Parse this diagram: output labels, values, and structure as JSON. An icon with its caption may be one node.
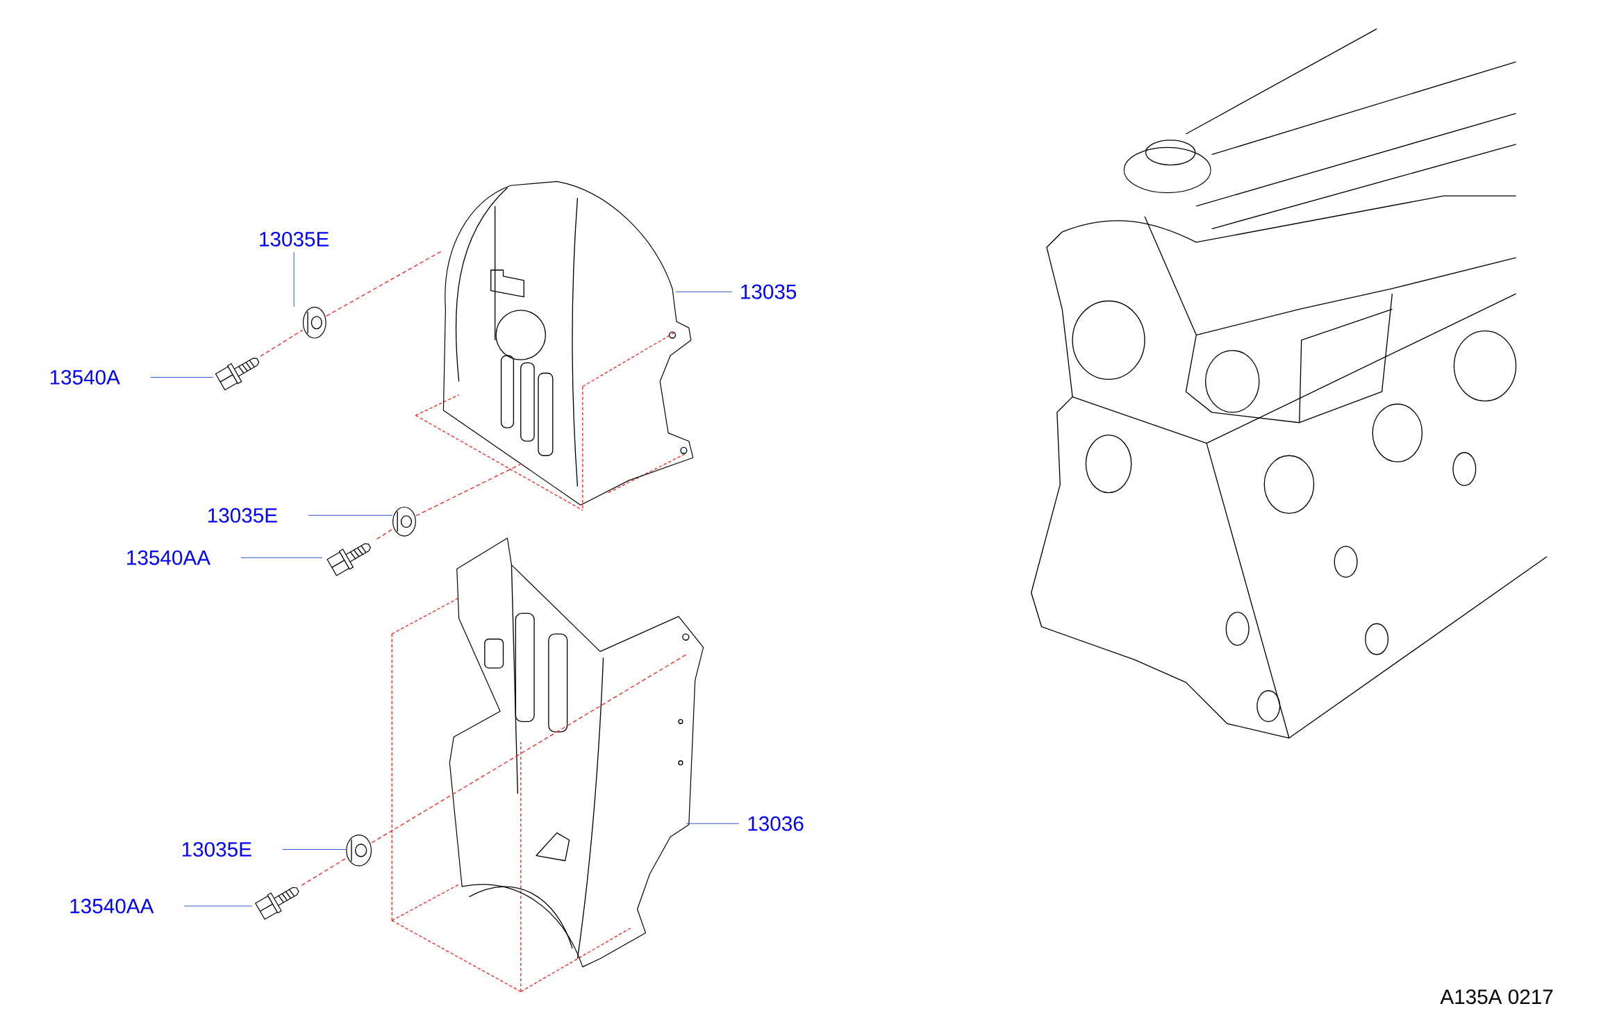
{
  "diagram": {
    "nodes": [
      {
        "text": [
          "13035E"
        ]
      },
      {
        "text": [],
        "shape": "picture"
      },
      {
        "text": [
          "13035"
        ]
      },
      {
        "text": [],
        "shape": "picture"
      },
      {
        "text": [
          "13540A"
        ]
      },
      {
        "text": [],
        "shape": "picture"
      },
      {
        "text": [
          "13035E"
        ]
      },
      {
        "text": [],
        "shape": "picture"
      },
      {
        "text": [
          "13540AA"
        ]
      },
      {
        "text": [],
        "shape": "picture"
      },
      {
        "text": [
          "13036"
        ]
      },
      {
        "text": [],
        "shape": "picture"
      },
      {
        "text": [
          "13035E"
        ]
      },
      {
        "text": [],
        "shape": "picture"
      },
      {
        "text": [
          "13540AA"
        ]
      },
      {
        "text": [],
        "shape": "picture"
      }
    ],
    "edges": [
      {
        "from": 0,
        "to": 1,
        "arrow": "none"
      },
      {
        "from": 2,
        "to": 3,
        "arrow": "none"
      },
      {
        "from": 4,
        "to": 5,
        "arrow": "none"
      },
      {
        "from": 6,
        "to": 7,
        "arrow": "none"
      },
      {
        "from": 8,
        "to": 9,
        "arrow": "none"
      },
      {
        "from": 10,
        "to": 11,
        "arrow": "none"
      },
      {
        "from": 12,
        "to": 13,
        "arrow": "none"
      },
      {
        "from": 14,
        "to": 15,
        "arrow": "none"
      },
      {
        "from": 5,
        "to": 1,
        "arrow": "none",
        "style": "dashed",
        "color": "#ff2222"
      },
      {
        "from": 1,
        "to": 3,
        "arrow": "none",
        "style": "dashed",
        "color": "#ff2222"
      },
      {
        "from": 9,
        "to": 7,
        "arrow": "none",
        "style": "dashed",
        "color": "#ff2222"
      },
      {
        "from": 7,
        "to": 3,
        "arrow": "none",
        "style": "dashed",
        "color": "#ff2222"
      },
      {
        "from": 15,
        "to": 13,
        "arrow": "none",
        "style": "dashed",
        "color": "#ff2222"
      },
      {
        "from": 13,
        "to": 11,
        "arrow": "none",
        "style": "dashed",
        "color": "#ff2222"
      }
    ],
    "labels": [
      "A135A 0217"
    ]
  }
}
